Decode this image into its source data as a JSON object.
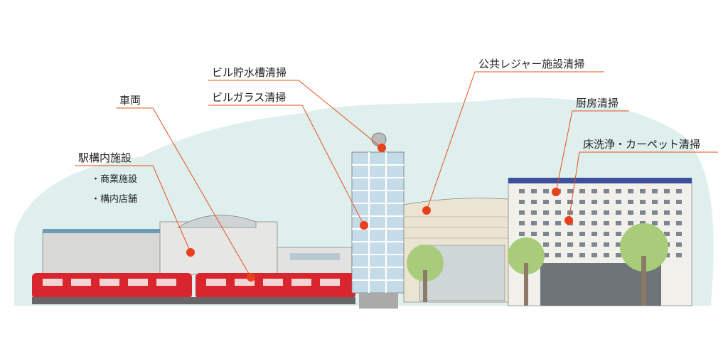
{
  "labels": {
    "station": "駅構内施設",
    "station_sub1": "・商業施設",
    "station_sub2": "・構内店舗",
    "vehicle": "車両",
    "water_tank": "ビル貯水槽清掃",
    "glass": "ビルガラス清掃",
    "leisure": "公共レジャー施設清掃",
    "kitchen": "厨房清掃",
    "floor": "床洗浄・カーペット清掃"
  },
  "colors": {
    "leader": "#e8501e",
    "dot": "#e8401a",
    "sky": "#d6ebe8",
    "train": "#d9262e",
    "hotel_band": "#3d4f9a"
  }
}
